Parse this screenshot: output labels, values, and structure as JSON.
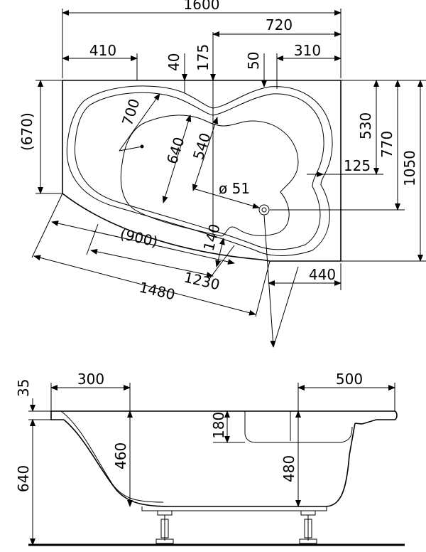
{
  "top_view": {
    "dims": {
      "overall_width": "1600",
      "from_right_720": "720",
      "left_410": "410",
      "d40": "40",
      "d175": "175",
      "d50": "50",
      "d310": "310",
      "left_670": "(670)",
      "d700": "700",
      "d640": "640",
      "d540": "540",
      "d530": "530",
      "d770": "770",
      "d1050": "1050",
      "d125": "125",
      "drain": "ø 51",
      "d900": "(900)",
      "d140": "140",
      "d1230": "1230",
      "d1480": "1480",
      "d440": "440"
    }
  },
  "side_view": {
    "dims": {
      "d35": "35",
      "d300": "300",
      "d500": "500",
      "d180": "180",
      "d460": "460",
      "d480": "480",
      "d640": "640"
    }
  }
}
